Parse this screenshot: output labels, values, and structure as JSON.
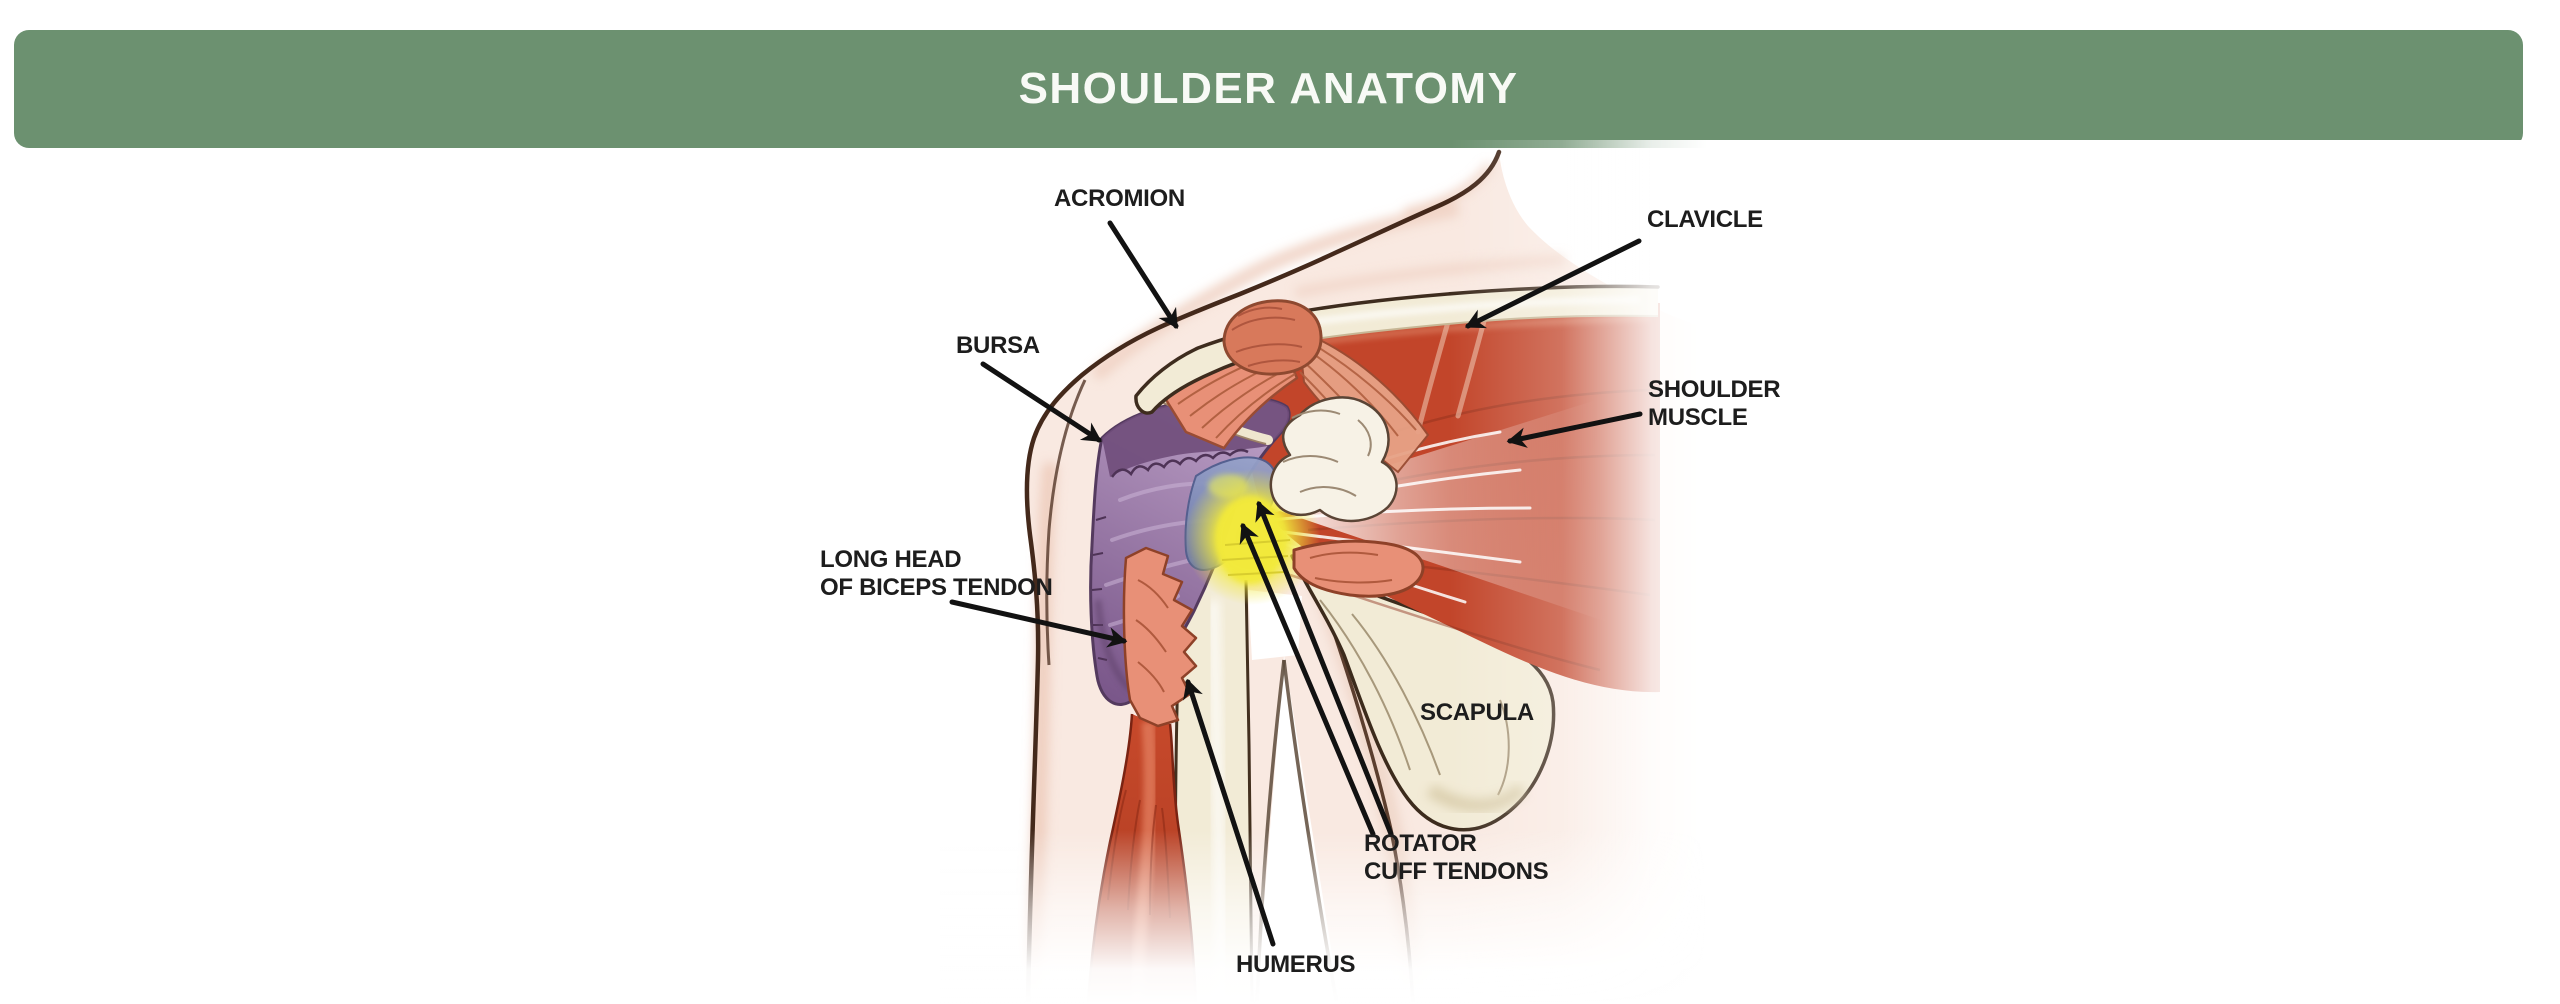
{
  "app": {
    "title": "SHOULDER ANATOMY"
  },
  "diagram": {
    "type": "medical-illustration",
    "subject": "Shoulder anatomy, anterior view",
    "labels": [
      {
        "id": "acromion",
        "lines": [
          "ACROMION"
        ]
      },
      {
        "id": "clavicle",
        "lines": [
          "CLAVICLE"
        ]
      },
      {
        "id": "bursa",
        "lines": [
          "BURSA"
        ]
      },
      {
        "id": "shoulder-muscle",
        "lines": [
          "SHOULDER",
          "MUSCLE"
        ]
      },
      {
        "id": "long-head-of-biceps-tendon",
        "lines": [
          "LONG HEAD",
          "OF BICEPS TENDON"
        ]
      },
      {
        "id": "scapula",
        "lines": [
          "SCAPULA"
        ]
      },
      {
        "id": "rotator-cuff-tendons",
        "lines": [
          "ROTATOR",
          "CUFF TENDONS"
        ]
      },
      {
        "id": "humerus",
        "lines": [
          "HUMERUS"
        ]
      }
    ]
  },
  "palette": {
    "header_green": "#6c9170",
    "title_text": "#f8faf6",
    "label_text": "#1d1d1d",
    "arrow_black": "#121212",
    "outline_brown": "#44291b",
    "skin": "#f9e9e1",
    "skin_shadow": "#eecdbe",
    "bone_cream": "#f2ebd6",
    "muscle_red": "#c2452a",
    "muscle_shadow": "#8e2b16",
    "tendon_salmon": "#e89077",
    "tendon_outline": "#8e4128",
    "bursa_purple": "#94729f",
    "bursa_dark": "#6f4c7a",
    "cartilage_blue": "#8794c0",
    "inflamed_yellow": "#f2e93a",
    "tendon_white": "#ffffff",
    "background": "#ffffff"
  }
}
